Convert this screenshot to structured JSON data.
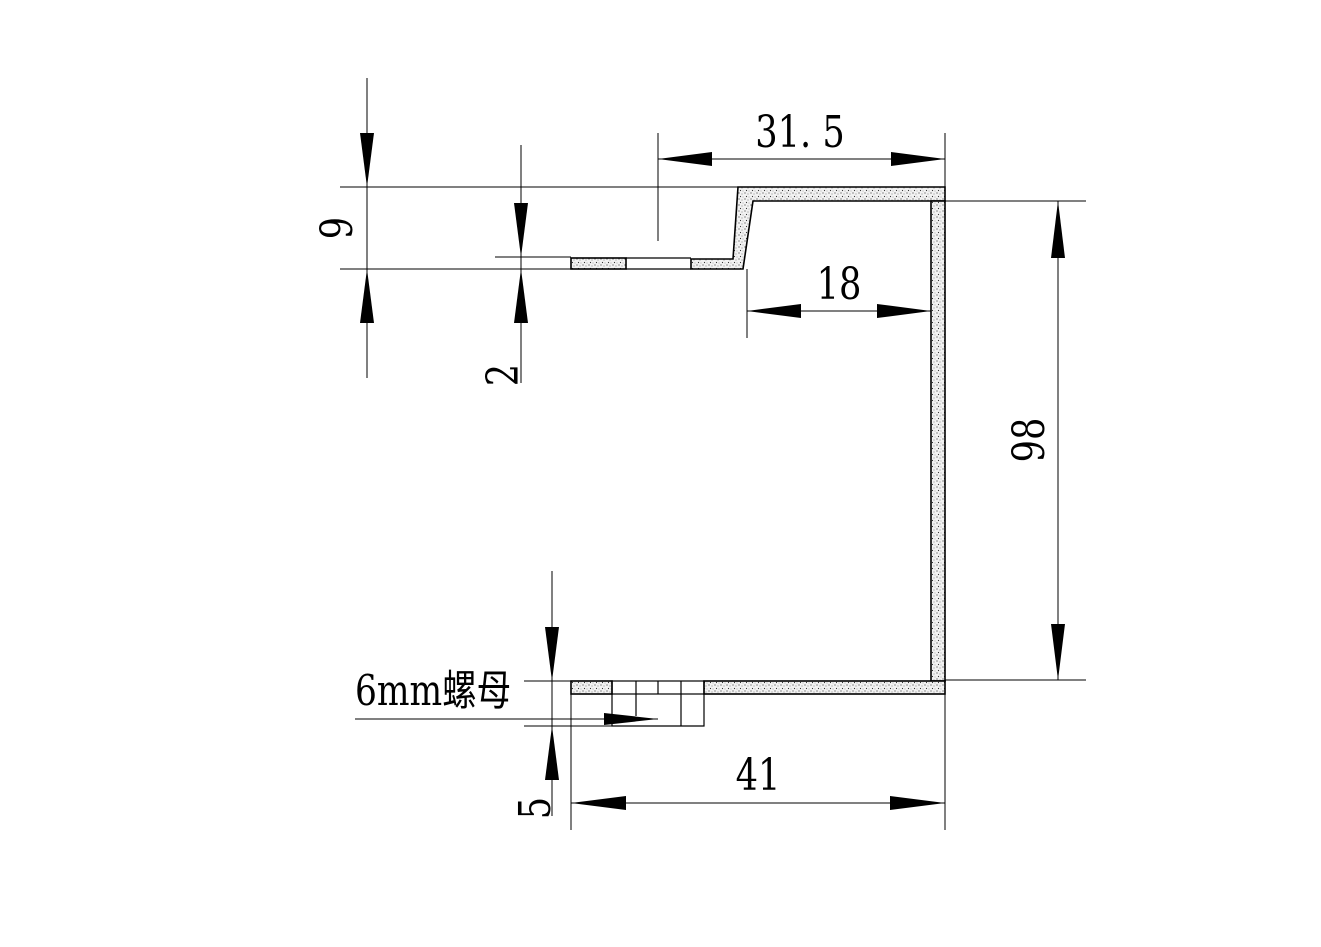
{
  "drawing": {
    "dimensions": {
      "top_width": "31. 5",
      "inner_width": "18",
      "height": "98",
      "bottom_width": "41",
      "step_height": "9",
      "flange_thickness": "2",
      "nut_offset": "5"
    },
    "labels": {
      "nut": "6mm螺母"
    }
  }
}
